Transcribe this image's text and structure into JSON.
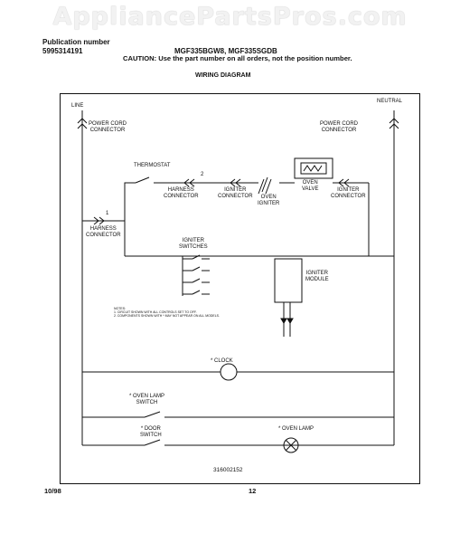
{
  "watermark": "AppliancePartsPros.com",
  "header": {
    "publication_label": "Publication number",
    "publication_number": "5995314191",
    "models": "MGF335BGW8, MGF335SGDB",
    "caution": "CAUTION:  Use the part number on all orders, not the position number.",
    "section_title": "WIRING DIAGRAM"
  },
  "diagram": {
    "line": "LINE",
    "neutral": "NEUTRAL",
    "power_cord_left": "POWER CORD\nCONNECTOR",
    "power_cord_right": "POWER CORD\nCONNECTOR",
    "thermostat": "THERMOSTAT",
    "harness_connector_top": "HARNESS\nCONNECTOR",
    "igniter_connector_left": "IGNITER\nCONNECTOR",
    "oven_igniter": "OVEN\nIGNITER",
    "oven_valve": "OVEN\nVALVE",
    "igniter_connector_right": "IGNITER\nCONNECTOR",
    "harness_connector_left": "HARNESS\nCONNECTOR",
    "igniter_switches": "IGNITER\nSWITCHES",
    "igniter_module": "IGNITER\nMODULE",
    "notes": "NOTES:\n1. CIRCUIT SHOWN WITH ALL CONTROLS SET TO OFF.\n2. COMPONENTS SHOWN WITH * MAY NOT APPEAR ON ALL MODELS.",
    "clock": "* CLOCK",
    "oven_lamp_switch": "* OVEN LAMP\nSWITCH",
    "door_switch": "* DOOR\nSWITCH",
    "oven_lamp": "* OVEN LAMP",
    "marker_1": "1",
    "marker_2": "2",
    "diagram_number": "316002152"
  },
  "footer": {
    "date": "10/98",
    "page": "12"
  }
}
